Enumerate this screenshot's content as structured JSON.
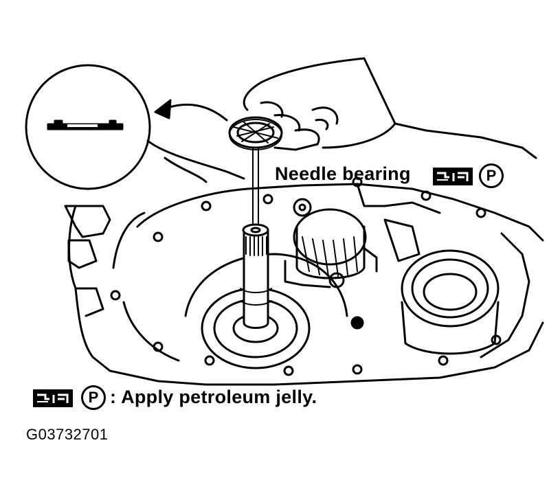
{
  "callout": {
    "needle_bearing_label": "Needle bearing",
    "needle_bearing_symbol": "P"
  },
  "legend": {
    "symbol": "P",
    "text": ": Apply petroleum jelly."
  },
  "figure_id": "G03732701",
  "icons": {
    "jelly": "petroleum-jelly-icon",
    "p_mark": "p-circle-icon",
    "arrow": "curved-arrow-icon"
  }
}
